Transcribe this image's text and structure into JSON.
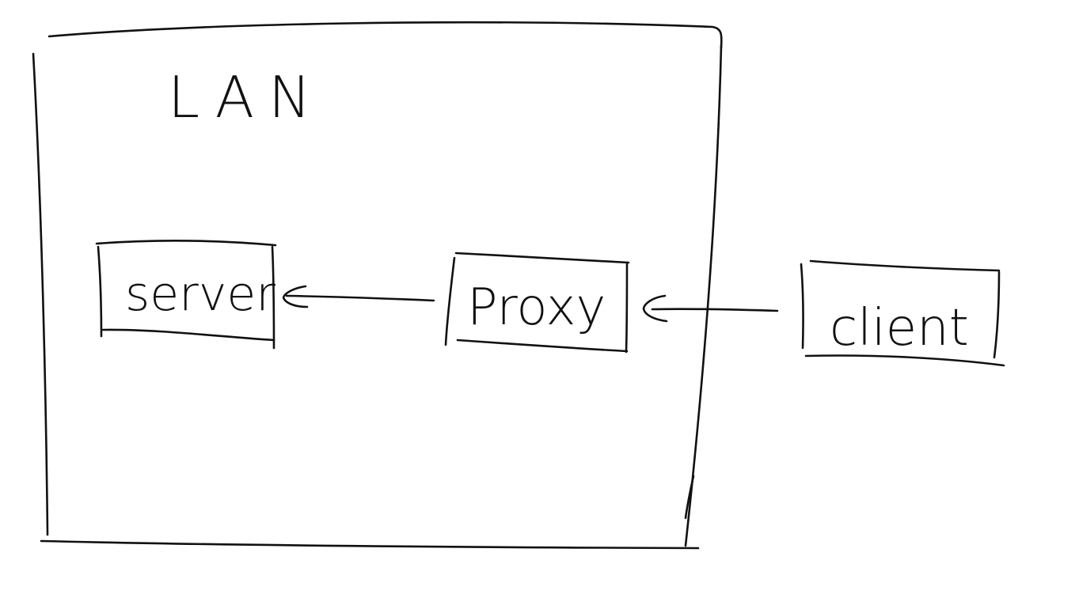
{
  "diagram": {
    "network_zone": {
      "label": "LAN"
    },
    "nodes": [
      {
        "id": "server",
        "label": "server"
      },
      {
        "id": "proxy",
        "label": "Proxy"
      },
      {
        "id": "client",
        "label": "client"
      }
    ],
    "edges": [
      {
        "from": "proxy",
        "to": "server"
      },
      {
        "from": "client",
        "to": "proxy"
      }
    ],
    "colors": {
      "ink": "#111111",
      "background": "#ffffff"
    }
  }
}
